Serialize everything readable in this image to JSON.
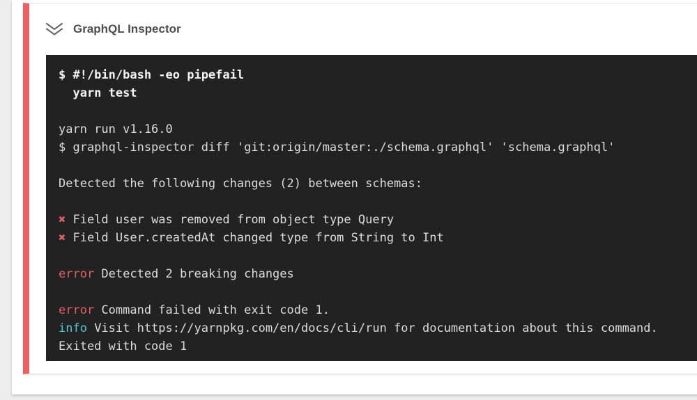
{
  "card": {
    "title": "GraphQL Inspector",
    "status_color": "#ec5f63",
    "collapse_icon": "chevron-double-down-icon"
  },
  "terminal": {
    "background": "#222222",
    "text_color": "#dcdcdc",
    "bold_text_color": "#f3f3f3",
    "colors": {
      "red": "#e25f66",
      "cyan": "#55c6d2"
    },
    "lines": [
      {
        "bold": true,
        "segments": [
          {
            "text": "$ #!/bin/bash -eo pipefail"
          }
        ]
      },
      {
        "bold": true,
        "segments": [
          {
            "text": "  yarn test"
          }
        ]
      },
      {
        "bold": false,
        "segments": []
      },
      {
        "bold": false,
        "segments": [
          {
            "text": "yarn run v1.16.0"
          }
        ]
      },
      {
        "bold": false,
        "segments": [
          {
            "text": "$ graphql-inspector diff 'git:origin/master:./schema.graphql' 'schema.graphql'"
          }
        ]
      },
      {
        "bold": false,
        "segments": []
      },
      {
        "bold": false,
        "segments": [
          {
            "text": "Detected the following changes (2) between schemas:"
          }
        ]
      },
      {
        "bold": false,
        "segments": []
      },
      {
        "bold": false,
        "segments": [
          {
            "text": "✖",
            "color": "red"
          },
          {
            "text": " Field user was removed from object type Query"
          }
        ]
      },
      {
        "bold": false,
        "segments": [
          {
            "text": "✖",
            "color": "red"
          },
          {
            "text": " Field User.createdAt changed type from String to Int"
          }
        ]
      },
      {
        "bold": false,
        "segments": []
      },
      {
        "bold": false,
        "segments": [
          {
            "text": "error",
            "color": "red"
          },
          {
            "text": " Detected 2 breaking changes"
          }
        ]
      },
      {
        "bold": false,
        "segments": []
      },
      {
        "bold": false,
        "segments": [
          {
            "text": "error",
            "color": "red"
          },
          {
            "text": " Command failed with exit code 1."
          }
        ]
      },
      {
        "bold": false,
        "segments": [
          {
            "text": "info",
            "color": "cyan"
          },
          {
            "text": " Visit https://yarnpkg.com/en/docs/cli/run for documentation about this command."
          }
        ]
      },
      {
        "bold": false,
        "segments": [
          {
            "text": "Exited with code 1"
          }
        ]
      }
    ]
  }
}
